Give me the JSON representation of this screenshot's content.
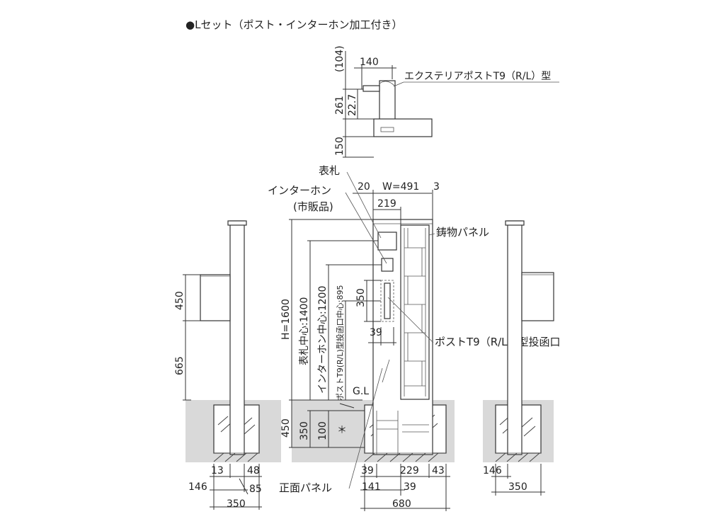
{
  "title": "●Lセット（ポスト・インターホン加工付き）",
  "top_view": {
    "dim_104": "(104)",
    "dim_140": "140",
    "dim_261": "261",
    "dim_22_7": "22.7",
    "dim_150": "150",
    "label_post": "エクステリアポストT9（R/L）型"
  },
  "left_view": {
    "dim_450": "450",
    "dim_665": "665",
    "dim_13": "13",
    "dim_48": "48",
    "dim_146": "146",
    "dim_85": "85",
    "dim_350": "350"
  },
  "front_view": {
    "label_nameplate": "表札",
    "label_intercom": "インターホン",
    "label_intercom_note": "(市販品)",
    "dim_20": "20",
    "dim_w": "W=491",
    "dim_3": "3",
    "dim_219": "219",
    "label_cast_panel": "鋳物パネル",
    "dim_h": "H=1600",
    "dim_nameplate_center": "表札中心:1400",
    "dim_intercom_center": "インターホン中心:1200",
    "dim_post_slot_center": "ポストT9(R/L)型投函口中心:895",
    "dim_350_slot": "350",
    "dim_39_slot": "39",
    "label_slot": "ポストT9（R/L）型投函口",
    "label_gl": "G.L",
    "dim_450_base": "450",
    "dim_350_base": "350",
    "dim_100": "100",
    "mark_asterisk": "＊",
    "label_front_panel": "正面パネル",
    "dim_39_a": "39",
    "dim_229": "229",
    "dim_43": "43",
    "dim_141": "141",
    "dim_39_b": "39",
    "dim_680": "680"
  },
  "right_view": {
    "dim_146": "146",
    "dim_350": "350"
  }
}
